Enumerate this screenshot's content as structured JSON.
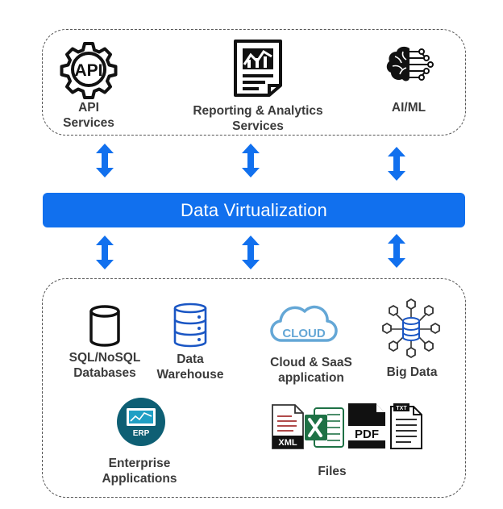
{
  "top": {
    "api": {
      "line1": "API",
      "line2": "Services",
      "icon_text": "API"
    },
    "reporting": {
      "line1": "Reporting & Analytics",
      "line2": "Services"
    },
    "aiml": {
      "label": "AI/ML"
    }
  },
  "center": {
    "title": "Data Virtualization"
  },
  "bottom": {
    "sql": {
      "line1": "SQL/NoSQL",
      "line2": "Databases"
    },
    "warehouse": {
      "line1": "Data",
      "line2": "Warehouse"
    },
    "cloud": {
      "line1": "Cloud & SaaS",
      "line2": "application",
      "icon_text": "CLOUD"
    },
    "bigdata": {
      "label": "Big Data"
    },
    "erp": {
      "line1": "Enterprise",
      "line2": "Applications",
      "icon_text": "ERP"
    },
    "files": {
      "label": "Files",
      "xml": "XML",
      "pdf": "PDF",
      "txt": "TXT"
    }
  },
  "colors": {
    "primary_blue": "#1170ee",
    "icon_dark": "#111111",
    "erp_teal": "#0e5f74"
  }
}
